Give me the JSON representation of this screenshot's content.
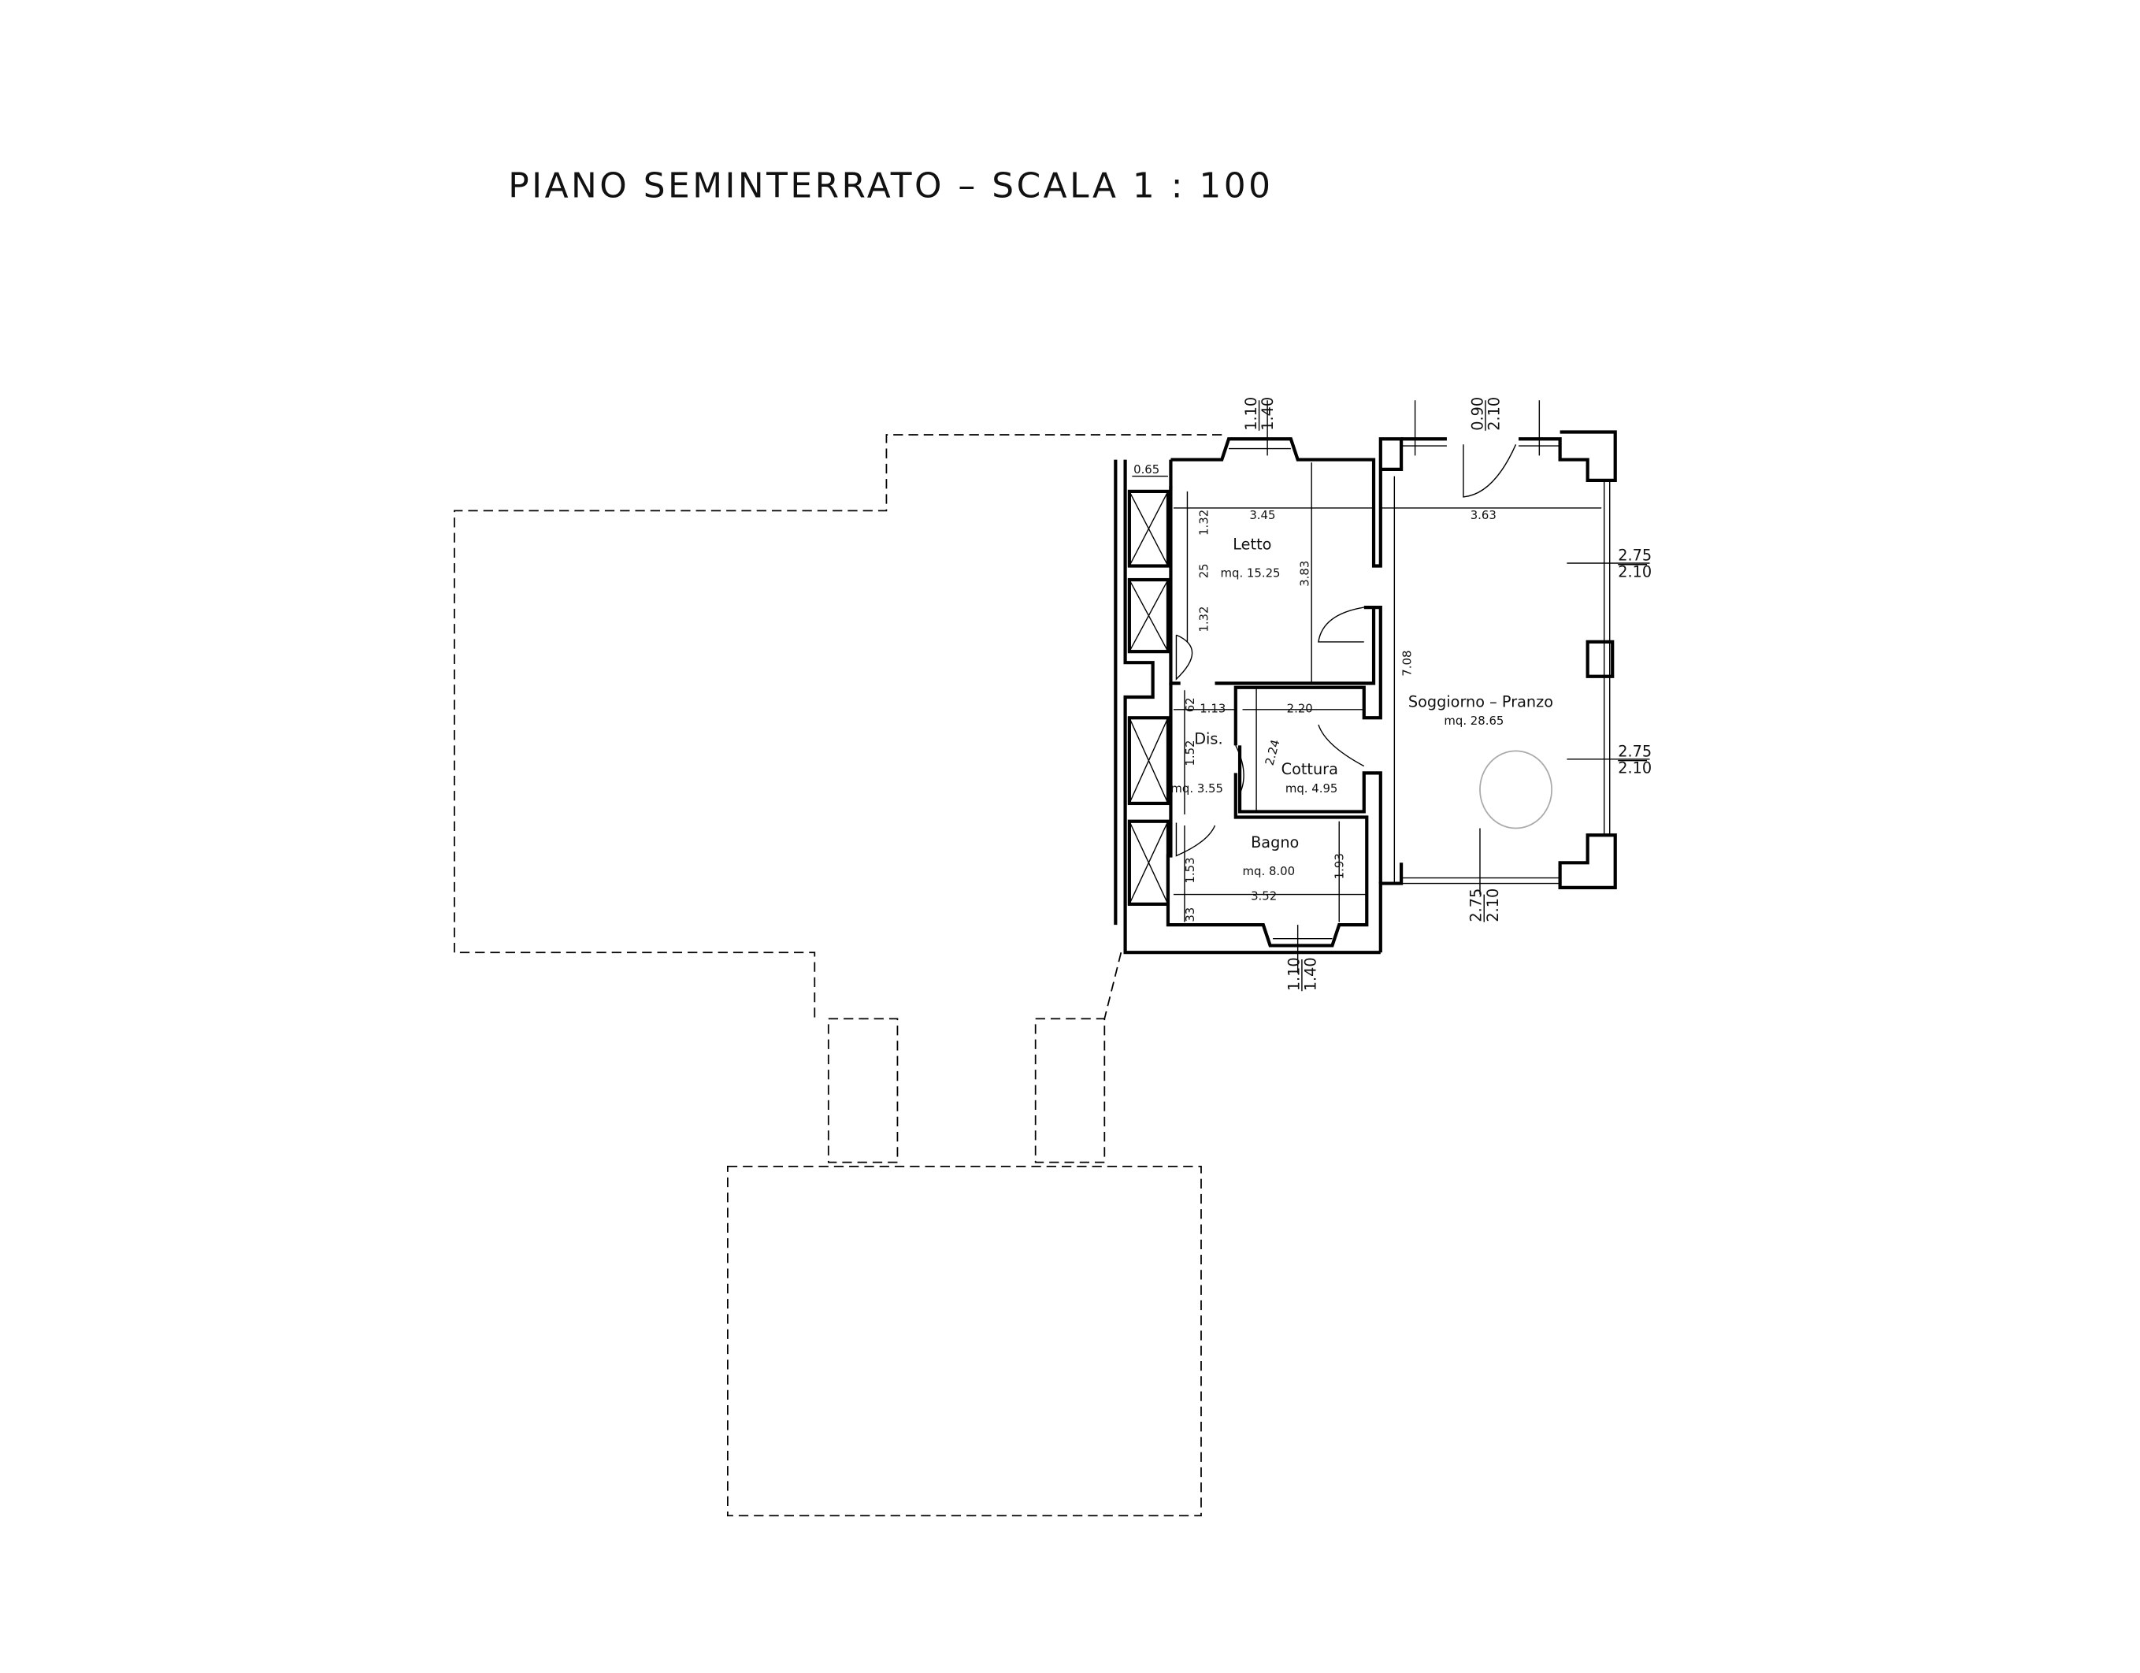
{
  "title": "PIANO SEMINTERRATO  –  SCALA 1 : 100",
  "rooms": [
    {
      "name": "Letto",
      "area": "mq.  15.25"
    },
    {
      "name": "Dis.",
      "area": "mq.  3.55"
    },
    {
      "name": "Cottura",
      "area": "mq.  4.95"
    },
    {
      "name": "Bagno",
      "area": "mq.  8.00"
    },
    {
      "name": "Soggiorno  –  Pranzo",
      "area": "mq.  28.65"
    }
  ],
  "dimensions": {
    "closet_depth": "0.65",
    "letto_width": "3.45",
    "letto_depth": "3.83",
    "closet_1": "1.32",
    "closet_gap": "25",
    "closet_2": "1.32",
    "dis_width": "1.13",
    "dis_top": "62",
    "dis_length": "1.52",
    "cottura_width": "2.20",
    "cottura_depth": "2.24",
    "bagno_width": "3.52",
    "bagno_depth": "1.93",
    "bagno_left": "1.53",
    "bagno_bottom": "33",
    "soggiorno_width": "3.63",
    "soggiorno_depth": "7.08"
  },
  "openings": {
    "letto_window": [
      "1.10",
      "1.40"
    ],
    "entrance_door": [
      "0.90",
      "2.10"
    ],
    "right_window_1": [
      "2.75",
      "2.10"
    ],
    "right_window_2": [
      "2.75",
      "2.10"
    ],
    "bottom_window": [
      "2.75",
      "2.10"
    ],
    "bagno_window": [
      "1.10",
      "1.40"
    ]
  }
}
